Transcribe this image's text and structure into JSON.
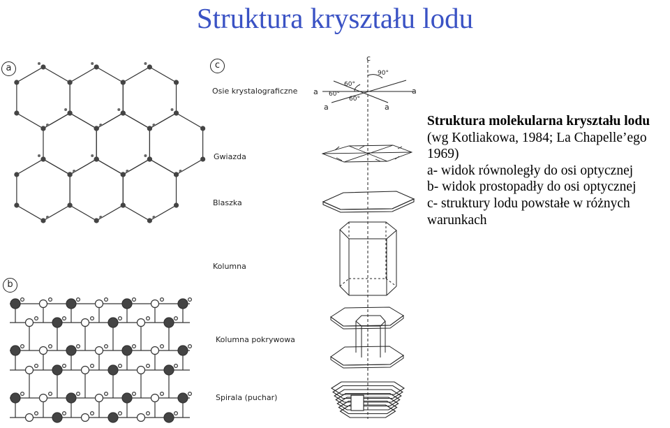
{
  "title": "Struktura kryształu lodu",
  "caption": {
    "bold": "Struktura molekularna kryształu lodu",
    "line2": " (wg Kotliakowa, 1984; La Chapelle’ego 1969)",
    "items": [
      "a- widok równoległy do osi optycznej",
      "b- widok prostopadły do osi optycznej",
      "c- struktury lodu powstałe w różnych warunkach"
    ]
  },
  "figure": {
    "panel_labels": [
      "a",
      "b",
      "c"
    ],
    "form_labels": [
      "Osie krystalograficzne",
      "Gwiazda",
      "Blaszka",
      "Kolumna",
      "Kolumna pokrywowa",
      "Spirala (puchar)"
    ],
    "axis_labels": {
      "c": "c",
      "a1": "a",
      "a2": "a",
      "a3": "a",
      "a4": "a"
    },
    "angles": [
      "90°",
      "60°",
      "60°",
      "60°"
    ]
  }
}
